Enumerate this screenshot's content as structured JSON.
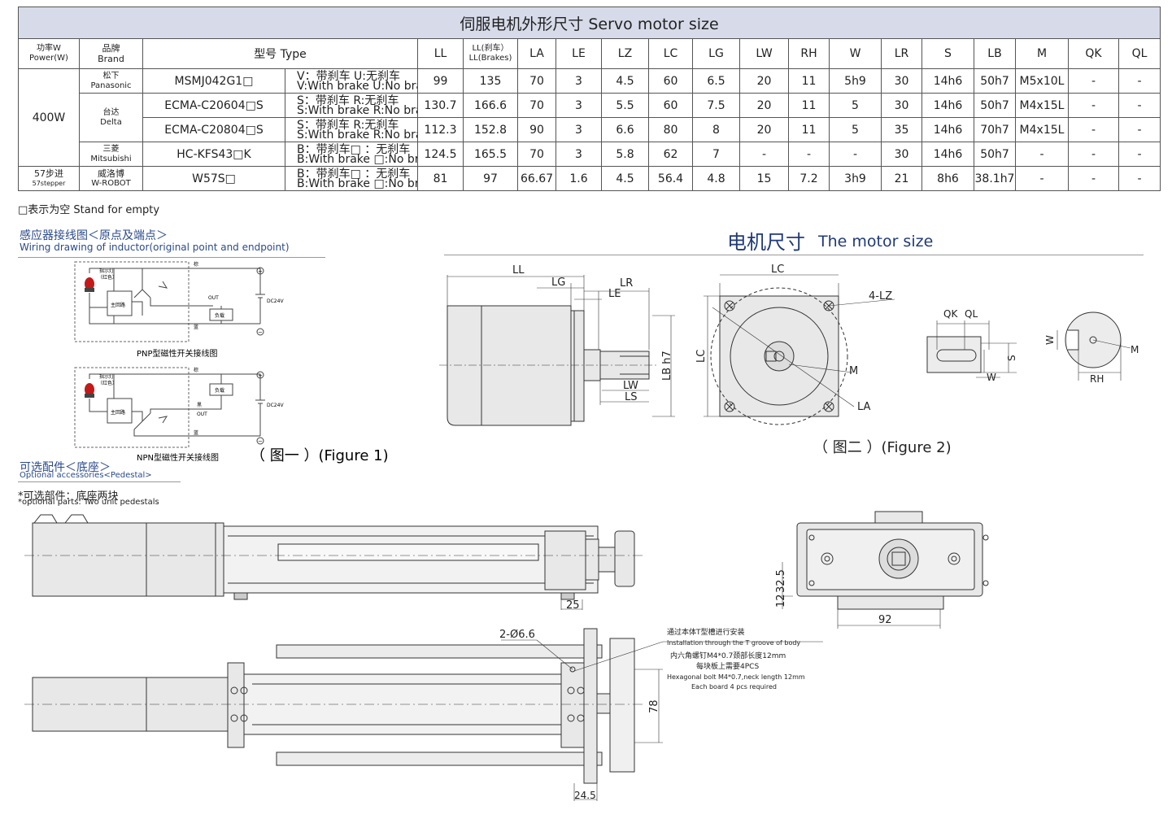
{
  "table": {
    "title": "伺服电机外形尺寸 Servo motor size",
    "headers": {
      "power_cn": "功率W",
      "power_en": "Power(W)",
      "brand_cn": "品牌",
      "brand_en": "Brand",
      "type": "型号 Type",
      "LL": "LL",
      "LL_brakes_cn": "LL(刹车）",
      "LL_brakes_en": "LL(Brakes)",
      "LA": "LA",
      "LE": "LE",
      "LZ": "LZ",
      "LC": "LC",
      "LG": "LG",
      "LW": "LW",
      "RH": "RH",
      "W": "W",
      "LR": "LR",
      "S": "S",
      "LB": "LB",
      "M": "M",
      "QK": "QK",
      "QL": "QL"
    },
    "groups": [
      {
        "power": "400W"
      },
      {
        "power_cn": "57步进",
        "power_en": "57stepper"
      }
    ],
    "rows": [
      {
        "brand_cn": "松下",
        "brand_en": "Panasonic",
        "model": "MSMJ042G1□",
        "brake_cn": "V：带刹车 U:无刹车",
        "brake_en": "V:With brake  U:No brake",
        "values": [
          "99",
          "135",
          "70",
          "3",
          "4.5",
          "60",
          "6.5",
          "20",
          "11",
          "5h9",
          "30",
          "14h6",
          "50h7",
          "M5x10L",
          "-",
          "-"
        ]
      },
      {
        "brand_cn": "台达",
        "brand_en": "Delta",
        "model": "ECMA-C20604□S",
        "brake_cn": "S：带刹车 R:无刹车",
        "brake_en": "S:With brake  R:No brake",
        "values": [
          "130.7",
          "166.6",
          "70",
          "3",
          "5.5",
          "60",
          "7.5",
          "20",
          "11",
          "5",
          "30",
          "14h6",
          "50h7",
          "M4x15L",
          "-",
          "-"
        ]
      },
      {
        "model": "ECMA-C20804□S",
        "brake_cn": "S：带刹车 R:无刹车",
        "brake_en": "S:With brake  R:No brake",
        "values": [
          "112.3",
          "152.8",
          "90",
          "3",
          "6.6",
          "80",
          "8",
          "20",
          "11",
          "5",
          "35",
          "14h6",
          "70h7",
          "M4x15L",
          "-",
          "-"
        ]
      },
      {
        "brand_cn": "三菱",
        "brand_en": "Mitsubishi",
        "model": "HC-KFS43□K",
        "brake_cn": "B：带刹车□ ：无刹车",
        "brake_en": "B:With brake  □:No brake",
        "values": [
          "124.5",
          "165.5",
          "70",
          "3",
          "5.8",
          "62",
          "7",
          "-",
          "-",
          "-",
          "30",
          "14h6",
          "50h7",
          "-",
          "-",
          "-"
        ]
      },
      {
        "brand_cn": "威洛博",
        "brand_en": "W-ROBOT",
        "model": "W57S□",
        "brake_cn": "B：带刹车□ ：无刹车",
        "brake_en": "B:With brake  □:No brake",
        "values": [
          "81",
          "97",
          "66.67",
          "1.6",
          "4.5",
          "56.4",
          "4.8",
          "15",
          "7.2",
          "3h9",
          "21",
          "8h6",
          "38.1h7",
          "-",
          "-",
          "-"
        ]
      }
    ]
  },
  "note": "□表示为空 Stand for empty",
  "wiring": {
    "title_cn": "感应器接线图＜原点及端点＞",
    "title_en": "Wiring drawing of inductor(original point and endpoint)",
    "pnp_caption": "PNP型磁性开关接线图",
    "npn_caption": "NPN型磁性开关接线图",
    "lamp_label": "指示灯",
    "lamp_sub": "（红色）",
    "main_circuit": "主回路",
    "load": "负载",
    "out": "OUT",
    "brown": "棕",
    "black": "黑",
    "blue": "蓝",
    "dc": "DC24V",
    "plus": "+",
    "minus": "−",
    "figure1": "（ 图一 ）(Figure 1)"
  },
  "motor": {
    "title_cn": "电机尺寸",
    "title_en": "The motor size",
    "figure2": "（ 图二 ）(Figure 2)",
    "labels": {
      "LL": "LL",
      "LG": "LG",
      "LR": "LR",
      "LE": "LE",
      "LB": "LB h7",
      "LW": "LW",
      "LS": "LS",
      "LC": "LC",
      "LC_v": "LC",
      "LZ": "4-LZ",
      "M": "M",
      "LA": "LA",
      "QK": "QK",
      "QL": "QL",
      "S": "S",
      "W": "W",
      "W2": "W",
      "M2": "M",
      "RH": "RH"
    }
  },
  "accessories": {
    "title_cn": "可选配件＜底座＞",
    "title_en": "Optional accessories<Pedestal>",
    "note_cn": "*可选部件：底座两块",
    "note_en": "*optional parts: Two unit pedestals",
    "dim_25": "25",
    "dim_32_5": "32.5",
    "dim_12": "12",
    "dim_92": "92",
    "dim_hole": "2-Ø6.6",
    "dim_78": "78",
    "dim_24_5": "24.5",
    "install_cn": "通过本体T型槽进行安装",
    "install_en": "Installation through the T groove of body",
    "bolt_cn": "内六角螺钉M4*0.7颈部长度12mm",
    "bolt_cn2": "每块板上需要4PCS",
    "bolt_en": "Hexagonal bolt M4*0.7,neck length 12mm",
    "bolt_en2": "Each board 4 pcs required"
  }
}
